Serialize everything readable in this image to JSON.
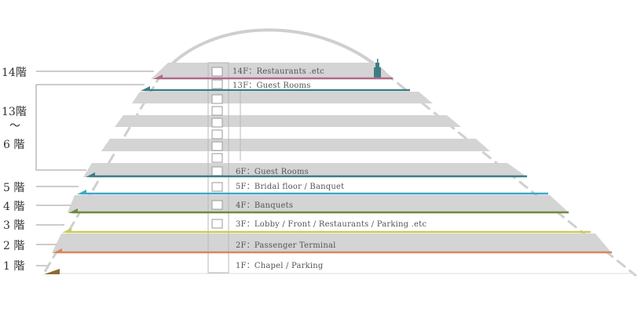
{
  "floor_labels": {
    "f14": "14F：Restaurants .etc",
    "f13": "13F：Guest Rooms",
    "f6": "6F：Guest Rooms",
    "f5": "5F：Bridal floor / Banquet",
    "f4": "4F：Banquets",
    "f3": "3F：Lobby / Front / Restaurants / Parking .etc",
    "f2": "2F：Passenger Terminal",
    "f1": "1F：Chapel / Parking"
  },
  "side_labels": {
    "l14": "14階",
    "l13": "13階",
    "tilde": "～",
    "l6": "6 階",
    "l5": "5 階",
    "l4": "4 階",
    "l3": "3 階",
    "l2": "2 階",
    "l1": "1 階"
  },
  "colors": {
    "band_gray": "#d4d4d4",
    "arc_gray": "#cfcfcf",
    "line_gray": "#9a9a9a",
    "f14": "#b2698a",
    "f13": "#3e7d85",
    "f6": "#3e7d85",
    "f5": "#3fa7c9",
    "f4": "#6f8a3a",
    "f3": "#c9cc5a",
    "f2": "#d8875a",
    "f1": "#8c6a35"
  }
}
